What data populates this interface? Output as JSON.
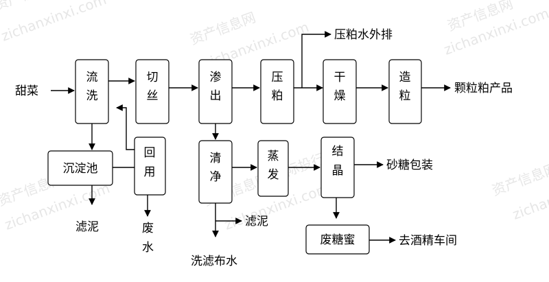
{
  "diagram": {
    "title": "",
    "nodes": {
      "wash": [
        "流",
        "洗"
      ],
      "slice": [
        "切",
        "丝"
      ],
      "diffuse": [
        "渗",
        "出"
      ],
      "press": [
        "压",
        "粕"
      ],
      "dry": [
        "干",
        "燥"
      ],
      "granulate": [
        "造",
        "粒"
      ],
      "settle": "沉淀池",
      "recycle": [
        "回",
        "用"
      ],
      "purify": [
        "清",
        "净"
      ],
      "evaporate": [
        "蒸",
        "发"
      ],
      "crystallize": [
        "结",
        "晶"
      ],
      "molasses": "废糖蜜"
    },
    "labels": {
      "input": "甜菜",
      "press_water": "压粕水外排",
      "pellet_product": "颗粒粕产品",
      "sugar_pack": "砂糖包装",
      "sludge1": "滤泥",
      "wastewater": [
        "废",
        "水"
      ],
      "sludge2": "滤泥",
      "filter_cloth": "洗滤布水",
      "alcohol": "去酒精车间"
    }
  },
  "watermark": {
    "cn": "资产信息网",
    "en": "zichanxinxi.com",
    "cn2": "资产信息网 千际投行",
    "color": "#d3d3d3"
  }
}
